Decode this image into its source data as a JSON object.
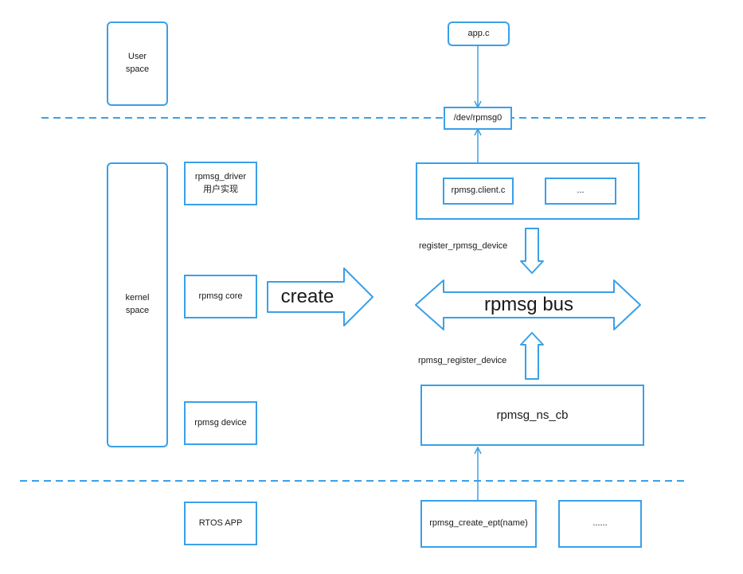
{
  "user_space": {
    "line1": "User",
    "line2": "space"
  },
  "kernel_space": {
    "line1": "kernel",
    "line2": "space"
  },
  "rpmsg_driver": {
    "line1": "rpmsg_driver",
    "line2": "用户实现"
  },
  "rpmsg_core": "rpmsg core",
  "rpmsg_device": "rpmsg device",
  "rtos_app": "RTOS APP",
  "create_arrow": "create",
  "app_c": "app.c",
  "dev_rpmsg0": "/dev/rpmsg0",
  "client_group": {
    "client": "rpmsg.client.c",
    "other": "..."
  },
  "register_rpmsg_device": "register_rpmsg_device",
  "rpmsg_bus": "rpmsg bus",
  "rpmsg_register_device": "rpmsg_register_device",
  "rpmsg_ns_cb": "rpmsg_ns_cb",
  "rpmsg_create_ept": "rpmsg_create_ept(name)",
  "rtos_other": "......",
  "colors": {
    "accent": "#3aa0e8"
  }
}
